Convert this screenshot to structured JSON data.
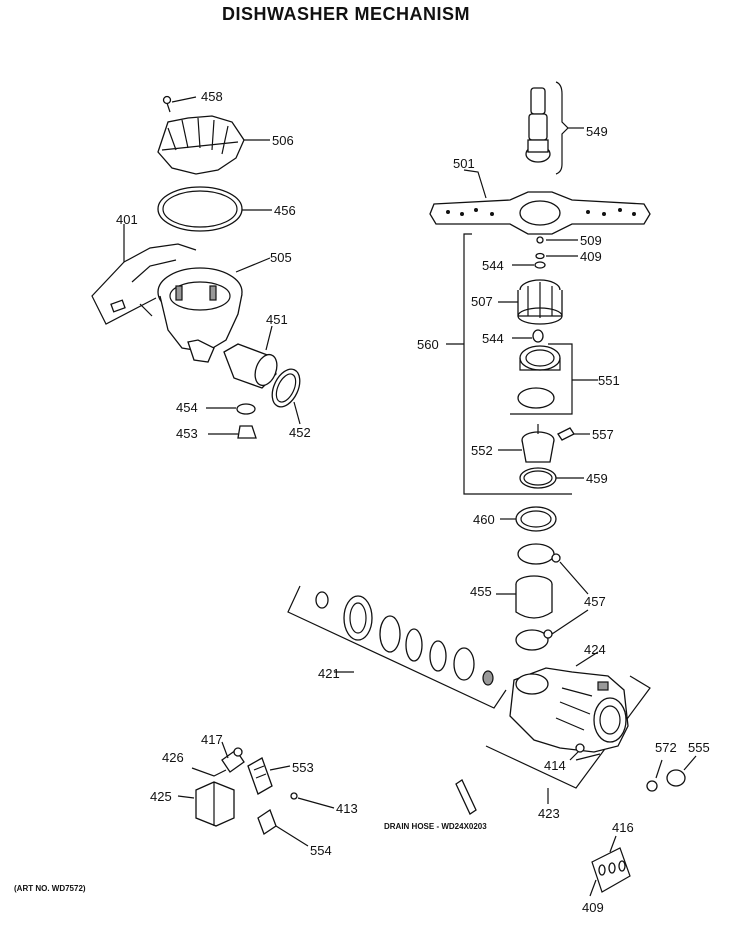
{
  "title": "DISHWASHER MECHANISM",
  "art_number": "(ART NO. WD7572)",
  "drain_hose_note": "DRAIN HOSE - WD24X0203",
  "callouts": [
    "458",
    "506",
    "456",
    "401",
    "505",
    "451",
    "454",
    "453",
    "452",
    "549",
    "501",
    "509",
    "544",
    "409",
    "507",
    "560",
    "544",
    "551",
    "557",
    "552",
    "459",
    "460",
    "455",
    "457",
    "424",
    "421",
    "414",
    "572",
    "555",
    "423",
    "417",
    "426",
    "553",
    "425",
    "413",
    "554",
    "416",
    "409"
  ]
}
